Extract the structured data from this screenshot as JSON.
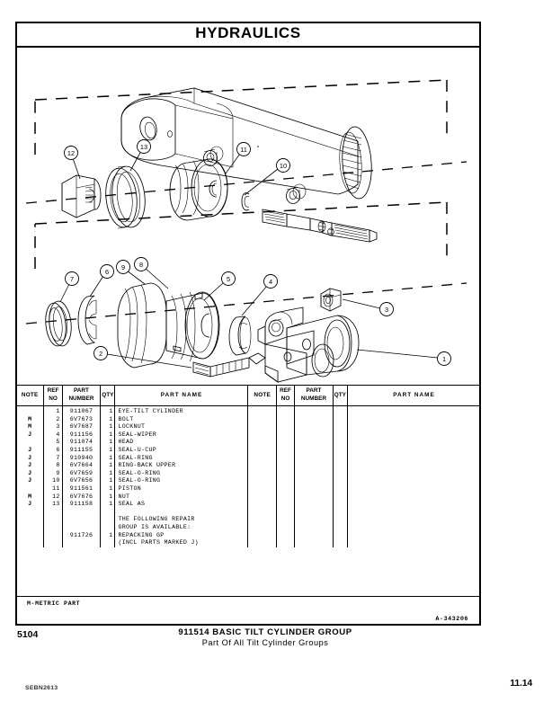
{
  "header": {
    "title": "HYDRAULICS"
  },
  "table": {
    "columns": [
      "NOTE",
      "REF NO",
      "PART NUMBER",
      "QTY",
      "PART NAME"
    ],
    "headers": {
      "note": "NOTE",
      "ref_no_line1": "REF",
      "ref_no_line2": "NO",
      "part_number_line1": "PART",
      "part_number_line2": "NUMBER",
      "qty": "QTY",
      "part_name": "PART NAME"
    },
    "rows": [
      {
        "note": "",
        "ref_no": "1",
        "part_number": "911067",
        "qty": "1",
        "part_name": "EYE-TILT CYLINDER"
      },
      {
        "note": "M",
        "ref_no": "2",
        "part_number": "6V7673",
        "qty": "1",
        "part_name": "BOLT"
      },
      {
        "note": "M",
        "ref_no": "3",
        "part_number": "6V7687",
        "qty": "1",
        "part_name": "LOCKNUT"
      },
      {
        "note": "J",
        "ref_no": "4",
        "part_number": "911156",
        "qty": "1",
        "part_name": "SEAL-WIPER"
      },
      {
        "note": "",
        "ref_no": "5",
        "part_number": "911074",
        "qty": "1",
        "part_name": "HEAD"
      },
      {
        "note": "J",
        "ref_no": "6",
        "part_number": "911155",
        "qty": "1",
        "part_name": "SEAL-U-CUP"
      },
      {
        "note": "J",
        "ref_no": "7",
        "part_number": "910940",
        "qty": "1",
        "part_name": "SEAL-RING"
      },
      {
        "note": "J",
        "ref_no": "8",
        "part_number": "6V7664",
        "qty": "1",
        "part_name": "RING-BACK UPPER"
      },
      {
        "note": "J",
        "ref_no": "9",
        "part_number": "6V7659",
        "qty": "1",
        "part_name": "SEAL-O-RING"
      },
      {
        "note": "J",
        "ref_no": "10",
        "part_number": "6V7656",
        "qty": "1",
        "part_name": "SEAL-O-RING"
      },
      {
        "note": "",
        "ref_no": "11",
        "part_number": "911561",
        "qty": "1",
        "part_name": "PISTON"
      },
      {
        "note": "M",
        "ref_no": "12",
        "part_number": "6V7676",
        "qty": "1",
        "part_name": "NUT"
      },
      {
        "note": "J",
        "ref_no": "13",
        "part_number": "911158",
        "qty": "1",
        "part_name": "SEAL AS"
      },
      {
        "note": "",
        "ref_no": "",
        "part_number": "",
        "qty": "",
        "part_name": ""
      },
      {
        "note": "",
        "ref_no": "",
        "part_number": "",
        "qty": "",
        "part_name": "THE FOLLOWING REPAIR"
      },
      {
        "note": "",
        "ref_no": "",
        "part_number": "",
        "qty": "",
        "part_name": "GROUP IS AVAILABLE:"
      },
      {
        "note": "",
        "ref_no": "",
        "part_number": "911726",
        "qty": "1",
        "part_name": "REPACKING GP"
      },
      {
        "note": "",
        "ref_no": "",
        "part_number": "",
        "qty": "",
        "part_name": "(INCL PARTS MARKED J)"
      }
    ]
  },
  "notes": {
    "metric_legend": "M-METRIC PART",
    "drawing_number": "A-343206"
  },
  "footer": {
    "page_number": "5104",
    "group_title": "911514 BASIC TILT CYLINDER GROUP",
    "group_subtitle": "Part Of All Tilt Cylinder Groups",
    "document_code": "SEBN2613",
    "section_number": "11.14"
  },
  "callouts": [
    {
      "id": "12",
      "label": "12"
    },
    {
      "id": "13",
      "label": "13"
    },
    {
      "id": "11",
      "label": "11"
    },
    {
      "id": "10",
      "label": "10"
    },
    {
      "id": "7",
      "label": "7"
    },
    {
      "id": "6",
      "label": "6"
    },
    {
      "id": "9",
      "label": "9"
    },
    {
      "id": "8",
      "label": "8"
    },
    {
      "id": "5",
      "label": "5"
    },
    {
      "id": "4",
      "label": "4"
    },
    {
      "id": "3",
      "label": "3"
    },
    {
      "id": "2",
      "label": "2"
    },
    {
      "id": "1",
      "label": "1"
    }
  ]
}
